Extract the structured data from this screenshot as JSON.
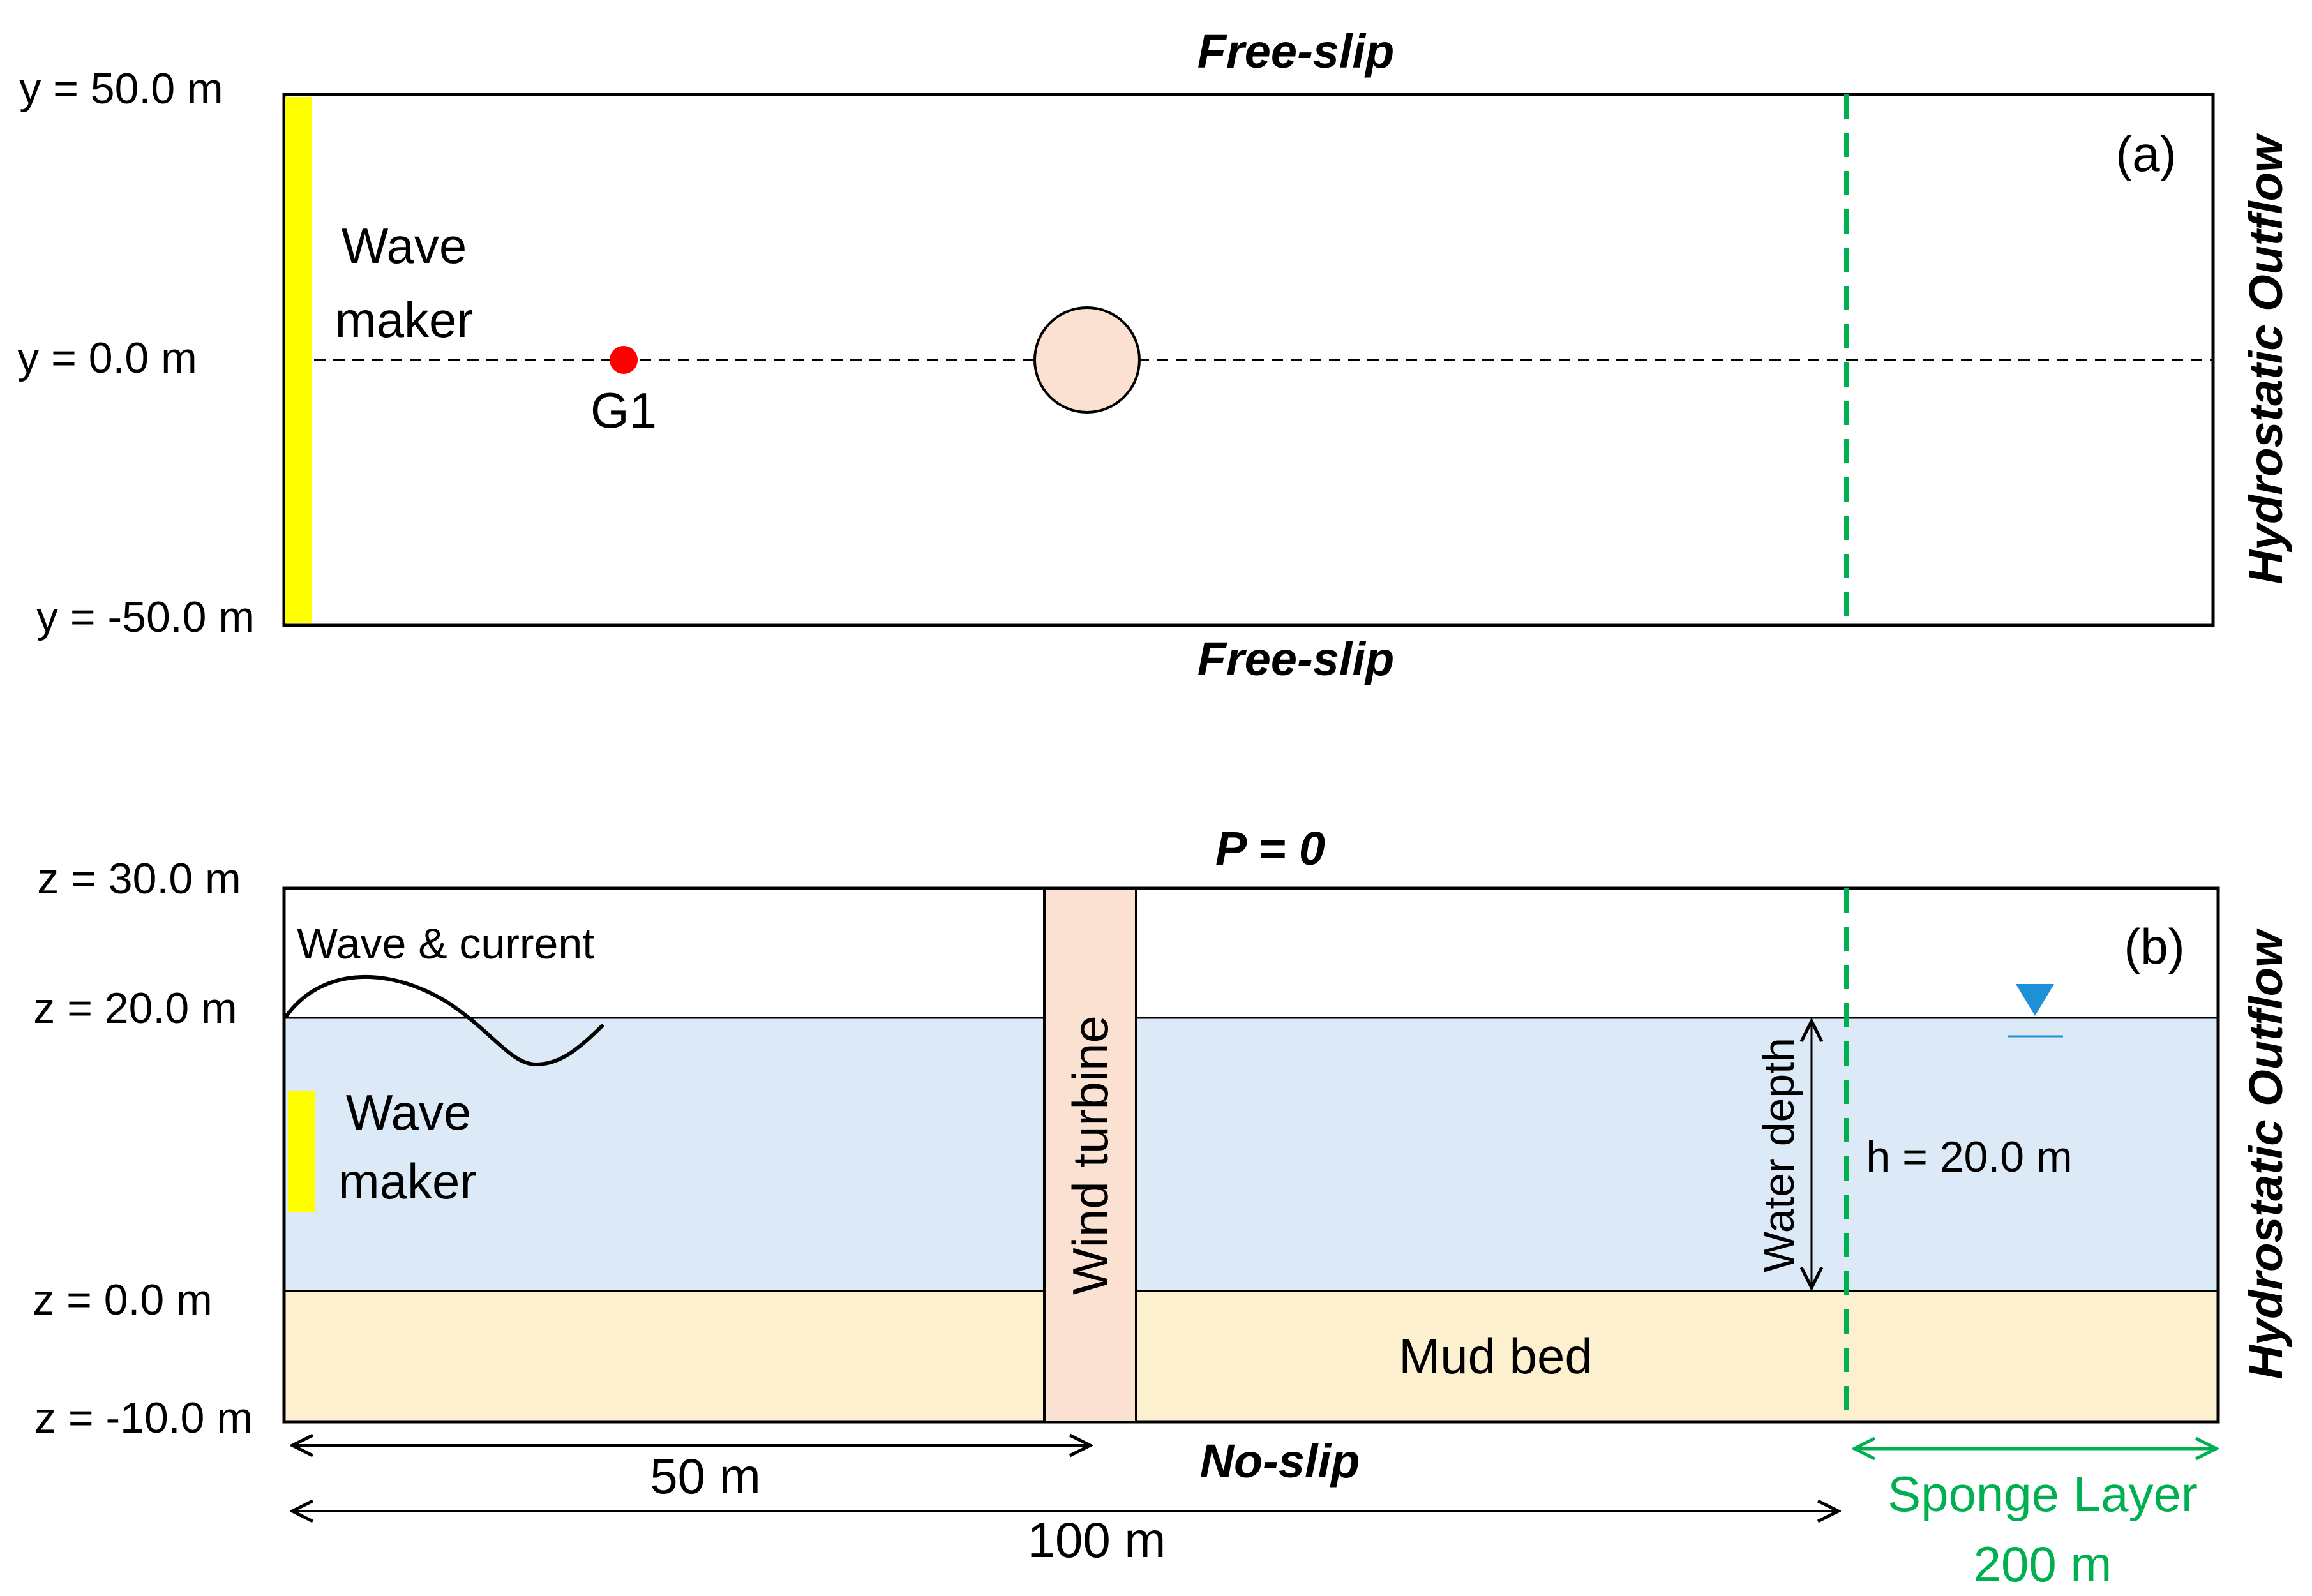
{
  "panel_a": {
    "top_boundary": "Free-slip",
    "bottom_boundary": "Free-slip",
    "right_boundary": "Hydrostatic Outflow",
    "panel_label": "(a)",
    "y_labels": [
      "y = 50.0 m",
      "y = 0.0 m",
      "y = -50.0 m"
    ],
    "wave_maker_line1": "Wave",
    "wave_maker_line2": "maker",
    "gauge_label": "G1"
  },
  "panel_b": {
    "top_boundary": "P = 0",
    "bottom_boundary": "No-slip",
    "right_boundary": "Hydrostatic Outflow",
    "panel_label": "(b)",
    "z_labels": [
      "z = 30.0 m",
      "z = 20.0 m",
      "z = 0.0 m",
      "z = -10.0 m"
    ],
    "wave_current_label": "Wave & current",
    "wave_maker_line1": "Wave",
    "wave_maker_line2": "maker",
    "turbine_label": "Wind turbine",
    "water_depth_label": "Water depth",
    "depth_value": "h = 20.0 m",
    "mud_bed_label": "Mud bed",
    "dim_50": "50 m",
    "dim_100": "100 m",
    "sponge_line1": "Sponge Layer",
    "sponge_line2": "200 m"
  },
  "colors": {
    "wave_maker": "#ffff00",
    "gauge": "#ff0000",
    "monopile": "#fbe1d2",
    "water": "#dce9f6",
    "mud": "#fdf0cf",
    "sponge": "#00b050",
    "water_level_marker": "#1e90d8"
  }
}
